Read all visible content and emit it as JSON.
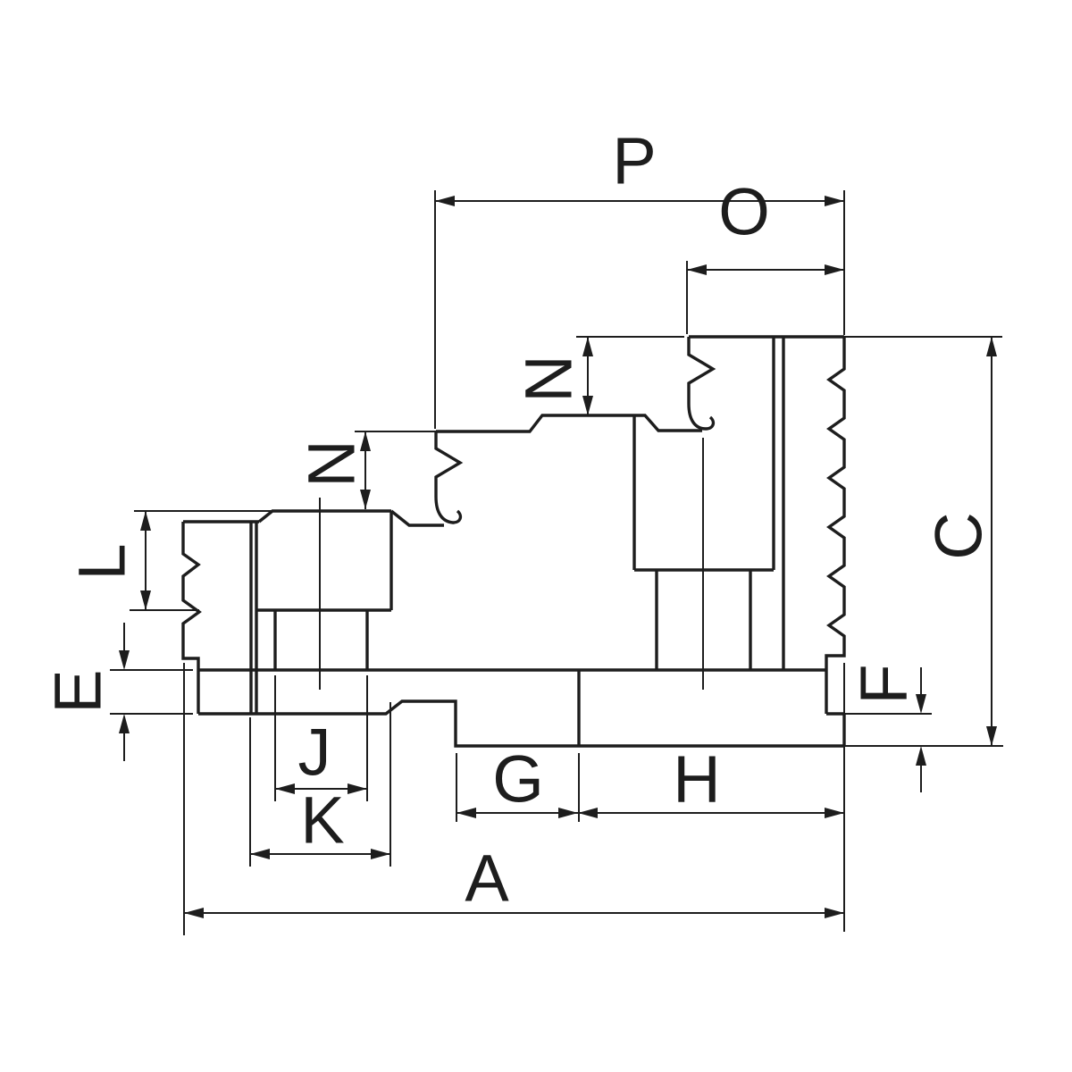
{
  "page": {
    "background_color": "#ffffff",
    "line_color": "#1d1d1d"
  },
  "drawing": {
    "description": "Dimensioned cross-section technical drawing of a stepped reversible chuck top jaw with serrated clamping faces",
    "dims": {
      "p": {
        "label": "P",
        "orientation": "horizontal"
      },
      "o": {
        "label": "O",
        "orientation": "horizontal"
      },
      "n_upper": {
        "label": "N",
        "orientation": "vertical"
      },
      "n_lower": {
        "label": "N",
        "orientation": "vertical"
      },
      "l": {
        "label": "L",
        "orientation": "vertical"
      },
      "e": {
        "label": "E",
        "orientation": "vertical"
      },
      "c": {
        "label": "C",
        "orientation": "vertical"
      },
      "f": {
        "label": "F",
        "orientation": "vertical"
      },
      "g": {
        "label": "G",
        "orientation": "horizontal"
      },
      "h": {
        "label": "H",
        "orientation": "horizontal"
      },
      "j": {
        "label": "J",
        "orientation": "horizontal"
      },
      "k": {
        "label": "K",
        "orientation": "horizontal"
      },
      "a": {
        "label": "A",
        "orientation": "horizontal"
      }
    }
  }
}
